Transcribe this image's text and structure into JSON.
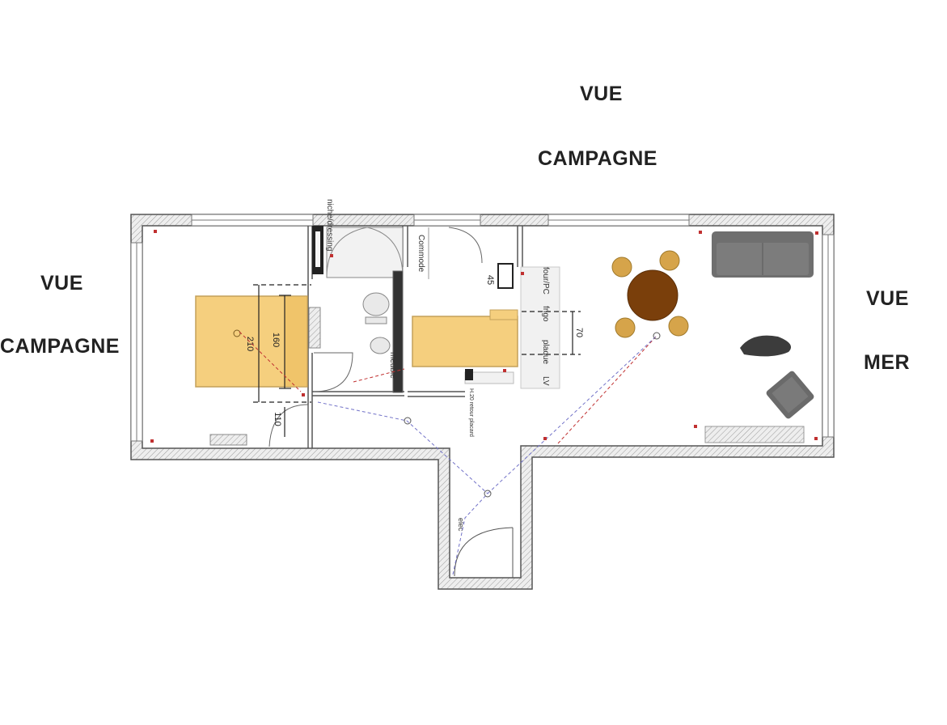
{
  "views": {
    "top_line1": "VUE",
    "top_line2": "CAMPAGNE",
    "left_line1": "VUE",
    "left_line2": "CAMPAGNE",
    "right_line1": "VUE",
    "right_line2": "MER"
  },
  "labels": {
    "niche": "niche/dressing",
    "commode": "Commode",
    "four_pc": "four/PC",
    "frigo": "frigo",
    "plaque": "plaque",
    "lv": "LV",
    "meuble": "meuble",
    "elec": "elec",
    "radiateur_note": "H.20 retour placard"
  },
  "dimensions": {
    "bed_width": "160",
    "bed_length": "210",
    "door_width": "110",
    "counter_depth": "70",
    "cabinet": "45"
  },
  "colors": {
    "wall_fill": "#e8e8e8",
    "bed": "#f5cf7e",
    "kitchen": "#f5cf7e",
    "table": "#7a3f0b",
    "chair": "#d6a44a",
    "sofa": "#6f6f6f",
    "rug": "#3c3c3c",
    "armchair": "#6a6a6a",
    "electric": "#c03030"
  }
}
